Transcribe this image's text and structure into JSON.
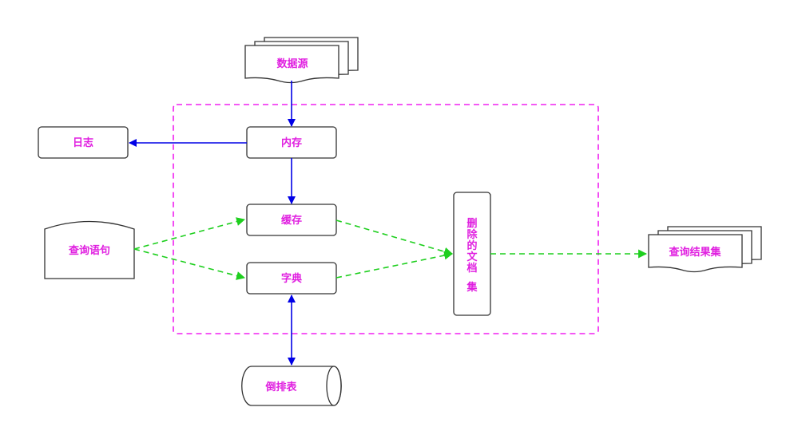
{
  "nodes": {
    "data_source": "数据源",
    "memory": "内存",
    "log": "日志",
    "cache": "缓存",
    "dictionary": "字典",
    "query_statement": "查询语句",
    "deleted_documents": [
      "删",
      "除",
      "的",
      "文",
      "档",
      "集"
    ],
    "query_result_set": "查询结果集",
    "inverted_index": "倒排表"
  },
  "colors": {
    "label": "#e020e0",
    "container_border": "#f020f0",
    "solid_arrow": "#0000e6",
    "dashed_arrow": "#1ecf1e",
    "shape_stroke": "#333333"
  }
}
